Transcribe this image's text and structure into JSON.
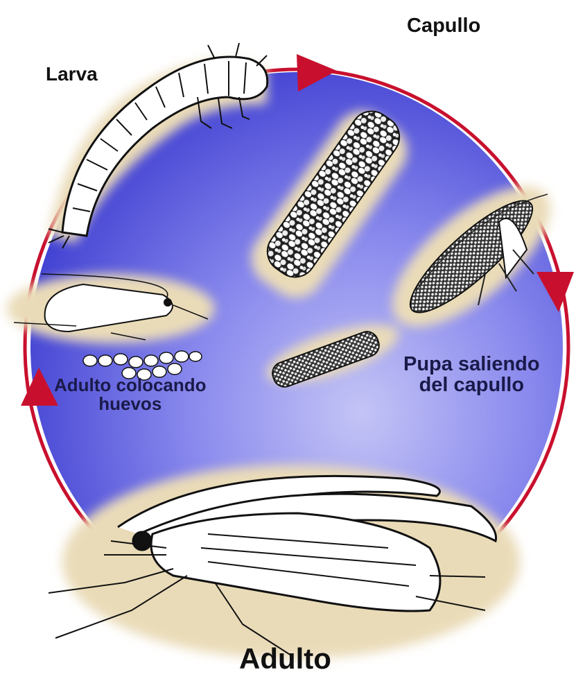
{
  "diagram": {
    "type": "life-cycle",
    "colors": {
      "circle_light": "#a8a8f2",
      "circle_dark": "#4444d4",
      "arrow": "#c8102e",
      "halo": "#e9d9b8"
    },
    "stages": [
      {
        "id": "larva",
        "label": "Larva"
      },
      {
        "id": "capullo",
        "label": "Capullo"
      },
      {
        "id": "pupa",
        "label_line1": "Pupa saliendo",
        "label_line2": "del capullo"
      },
      {
        "id": "adulto",
        "label": "Adulto"
      },
      {
        "id": "huevos",
        "label_line1": "Adulto colocando",
        "label_line2": "huevos"
      }
    ]
  }
}
